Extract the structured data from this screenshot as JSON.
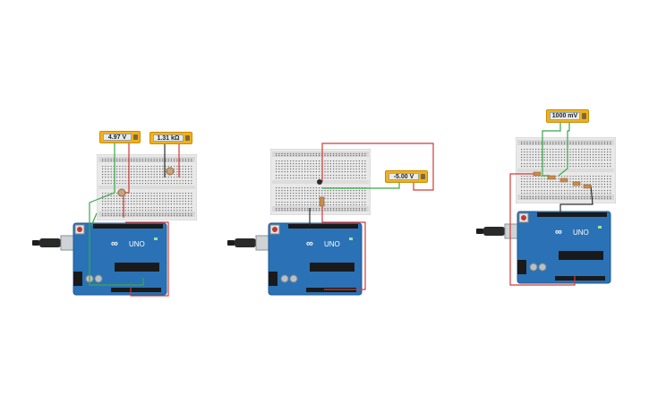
{
  "colors": {
    "canvas": "#ffffff",
    "breadboard": "#e9e9e9",
    "breadboard_rail": "#d7d7d7",
    "arduino": "#2a72b5",
    "arduino_dark": "#1f5b96",
    "wire_red": "#d23a3a",
    "wire_green": "#3aa84a",
    "wire_black": "#2c2c2c",
    "meter_body": "#f2b01c",
    "meter_screen": "#e6ecef"
  },
  "arduino": {
    "model_label": "UNO",
    "brand_icon": "infinity-logo-icon"
  },
  "circuits": [
    {
      "meters": [
        {
          "reading": "4.97 V",
          "kind": "voltmeter"
        },
        {
          "reading": "1.31 kΩ",
          "kind": "ohmmeter"
        }
      ]
    },
    {
      "meters": [
        {
          "reading": "-5.00 V",
          "kind": "voltmeter"
        }
      ]
    },
    {
      "meters": [
        {
          "reading": "1000 mV",
          "kind": "voltmeter"
        }
      ]
    }
  ]
}
